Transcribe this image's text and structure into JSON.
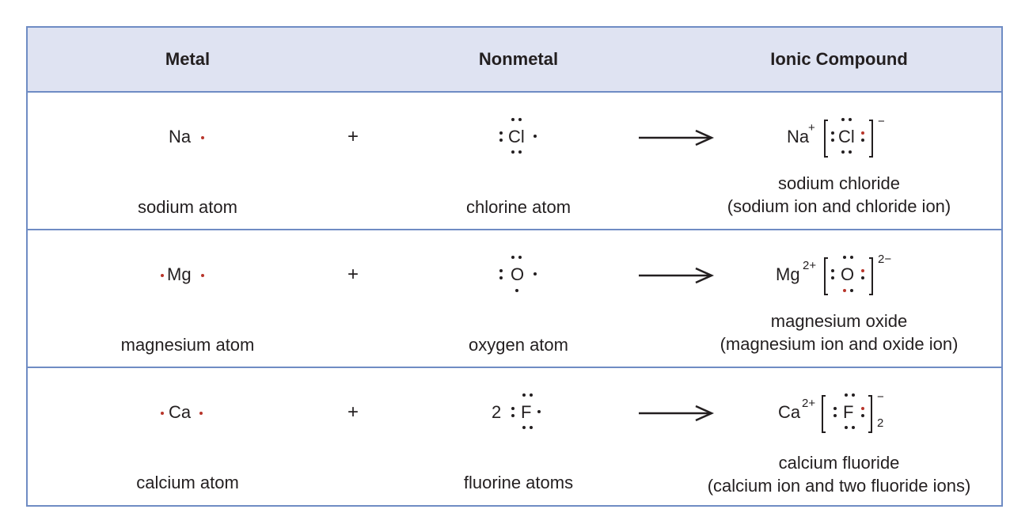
{
  "colors": {
    "border": "#6f8cc4",
    "header_bg": "#dfe3f2",
    "text": "#231f20",
    "metal_electron": "#b8352b"
  },
  "header": {
    "metal": "Metal",
    "nonmetal": "Nonmetal",
    "compound": "Ionic Compound"
  },
  "plus_sign": "+",
  "rows": [
    {
      "metal_symbol": "Na",
      "metal_caption": "sodium atom",
      "nonmetal_symbol": "Cl",
      "nonmetal_caption": "chlorine atom",
      "cation_symbol": "Na",
      "cation_charge": "+",
      "anion_symbol": "Cl",
      "anion_charge": "−",
      "compound_line1": "sodium chloride",
      "compound_line2": "(sodium ion and chloride ion)"
    },
    {
      "metal_symbol": "Mg",
      "metal_caption": "magnesium atom",
      "nonmetal_symbol": "O",
      "nonmetal_caption": "oxygen atom",
      "cation_symbol": "Mg",
      "cation_charge": "2+",
      "anion_symbol": "O",
      "anion_charge": "2−",
      "compound_line1": "magnesium oxide",
      "compound_line2": "(magnesium ion and oxide ion)"
    },
    {
      "metal_symbol": "Ca",
      "metal_caption": "calcium atom",
      "nonmetal_coefficient": "2",
      "nonmetal_symbol": "F",
      "nonmetal_caption": "fluorine atoms",
      "cation_symbol": "Ca",
      "cation_charge": "2+",
      "anion_symbol": "F",
      "anion_charge": "−",
      "anion_subscript": "2",
      "compound_line1": "calcium fluoride",
      "compound_line2": "(calcium ion and two fluoride ions)"
    }
  ]
}
